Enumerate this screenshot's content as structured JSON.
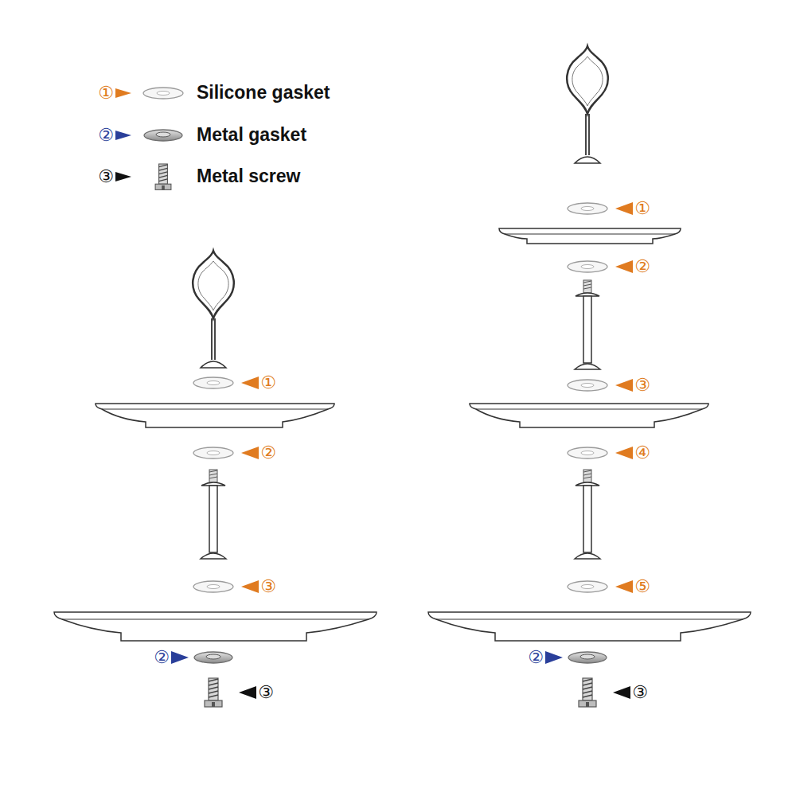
{
  "diagram": {
    "labels": [
      "①",
      "②",
      "③",
      "①",
      "②",
      "③",
      "②",
      "③",
      "①",
      "②",
      "③",
      "④",
      "⑤",
      "②",
      "③"
    ],
    "legend": [
      {
        "text": "Silicone gasket"
      },
      {
        "text": "Metal gasket"
      },
      {
        "text": "Metal screw"
      }
    ]
  }
}
